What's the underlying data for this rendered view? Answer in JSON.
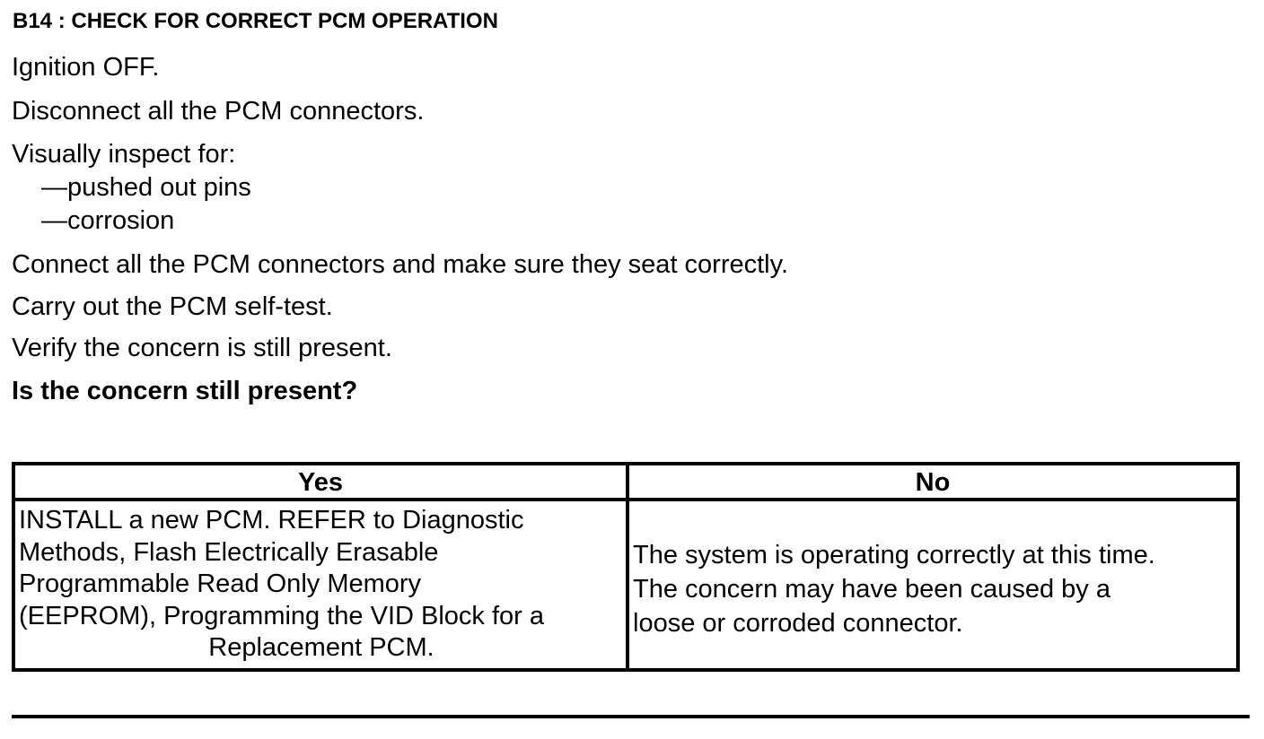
{
  "title": "B14 : CHECK FOR CORRECT PCM OPERATION",
  "steps": [
    "Ignition OFF.",
    "Disconnect all the PCM connectors.",
    "Visually inspect for:"
  ],
  "inspect_items": [
    "—pushed out pins",
    "—corrosion"
  ],
  "steps_after": [
    "Connect all the PCM connectors and make sure they seat correctly.",
    "Carry out the PCM self-test.",
    "Verify the concern is still present."
  ],
  "question": "Is the concern still present?",
  "table": {
    "yes_header": "Yes",
    "no_header": "No",
    "yes_lines": [
      "INSTALL a new PCM. REFER to Diagnostic",
      "Methods,  Flash Electrically Erasable",
      "Programmable Read Only Memory",
      "(EEPROM), Programming the VID Block for a",
      "Replacement PCM."
    ],
    "no_lines": [
      "The system is operating correctly at this time.",
      "The concern may have been caused by a",
      "loose or corroded connector."
    ]
  }
}
